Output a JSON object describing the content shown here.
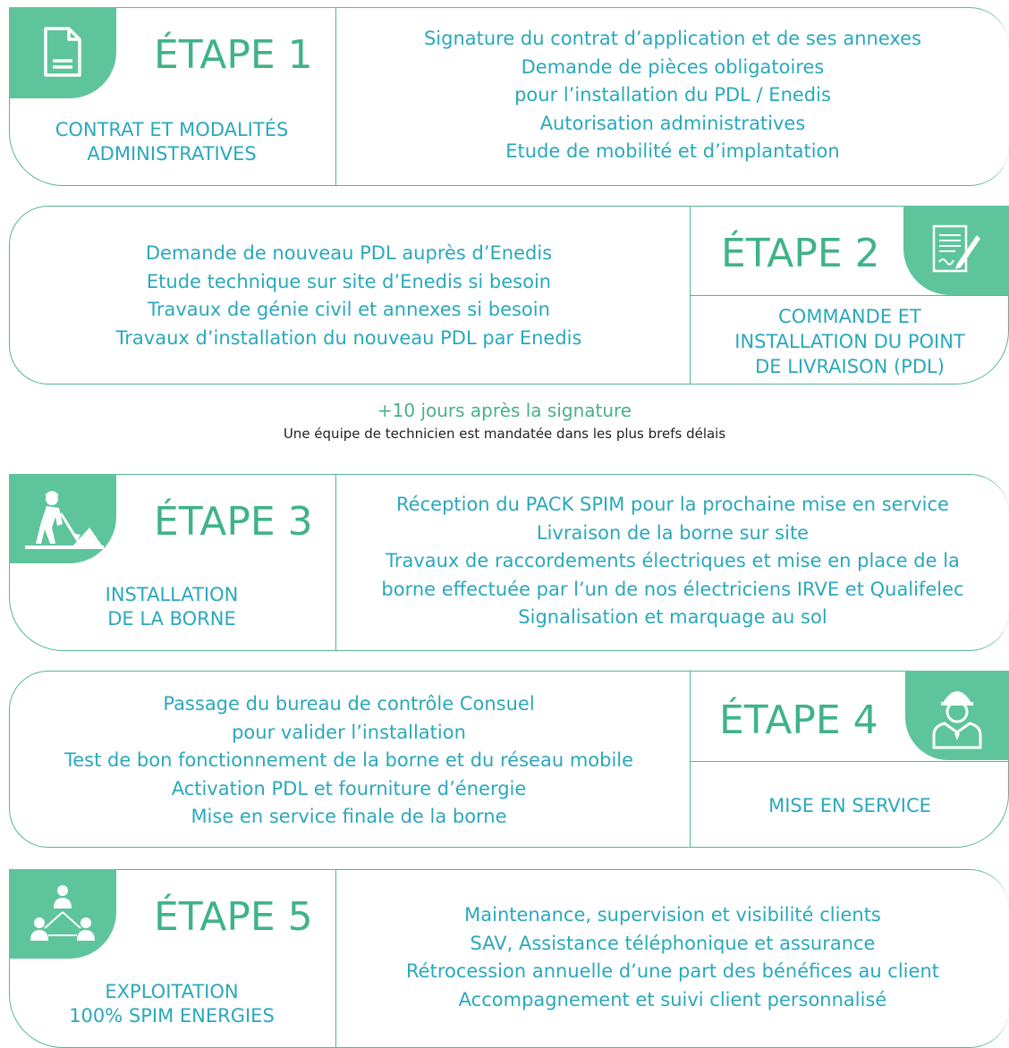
{
  "steps": [
    {
      "title": "ÉTAPE 1",
      "subtitle": [
        "CONTRAT ET MODALITÉS",
        "ADMINISTRATIVES"
      ],
      "icon": "document-icon",
      "lines": [
        "Signature du contrat d’application et de ses annexes",
        "Demande de pièces obligatoires",
        "pour l’installation du PDL / Enedis",
        "Autorisation administratives",
        "Etude de mobilité et d’implantation"
      ]
    },
    {
      "title": "ÉTAPE 2",
      "subtitle": [
        "COMMANDE ET",
        "INSTALLATION DU POINT",
        "DE LIVRAISON (PDL)"
      ],
      "icon": "contract-signing-icon",
      "lines": [
        "Demande de nouveau PDL auprès d’Enedis",
        "Etude technique sur site d’Enedis si besoin",
        "Travaux de génie civil et annexes si besoin",
        "Travaux d’installation du nouveau PDL par Enedis"
      ]
    },
    {
      "title": "ÉTAPE 3",
      "subtitle": [
        "INSTALLATION",
        "DE LA BORNE"
      ],
      "icon": "worker-digging-icon",
      "lines": [
        "Réception du PACK SPIM pour la prochaine mise en service",
        "Livraison de la borne sur site",
        "Travaux de raccordements électriques et mise en place de la",
        "borne effectuée par l’un de nos électriciens IRVE et Qualifelec",
        "Signalisation et marquage au sol"
      ]
    },
    {
      "title": "ÉTAPE 4",
      "subtitle": [
        "MISE EN SERVICE"
      ],
      "icon": "engineer-helmet-icon",
      "lines": [
        "Passage du bureau de contrôle Consuel",
        "pour valider l’installation",
        "Test de bon fonctionnement de la borne et du réseau mobile",
        "Activation PDL et fourniture d’énergie",
        "Mise en service finale de la borne"
      ]
    },
    {
      "title": "ÉTAPE 5",
      "subtitle": [
        "EXPLOITATION",
        "100% SPIM ENERGIES"
      ],
      "icon": "team-network-icon",
      "lines": [
        "Maintenance, supervision et visibilité clients",
        "SAV, Assistance téléphonique et assurance",
        "Rétrocession annuelle d’une part des bénéfices au client",
        "Accompagnement et suivi client personnalisé"
      ]
    }
  ],
  "note": {
    "headline": "+10 jours après la signature",
    "text": "Une équipe de technicien est mandatée dans les plus brefs délais"
  },
  "colors": {
    "green": "#5ec49c",
    "border": "#56b88f",
    "teal_text": "#2aa8bb",
    "title": "#3fb387"
  }
}
